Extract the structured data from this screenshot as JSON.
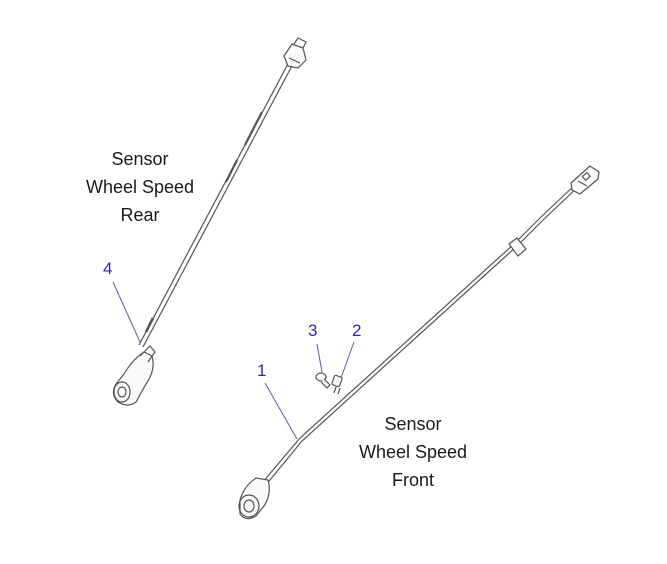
{
  "labels": {
    "rear": {
      "line1": "Sensor",
      "line2": "Wheel Speed",
      "line3": "Rear"
    },
    "front": {
      "line1": "Sensor",
      "line2": "Wheel Speed",
      "line3": "Front"
    }
  },
  "callouts": {
    "c1": "1",
    "c2": "2",
    "c3": "3",
    "c4": "4"
  },
  "colors": {
    "part_stroke": "#555555",
    "callout": "#2b2bb0",
    "text": "#1a1a1a"
  }
}
